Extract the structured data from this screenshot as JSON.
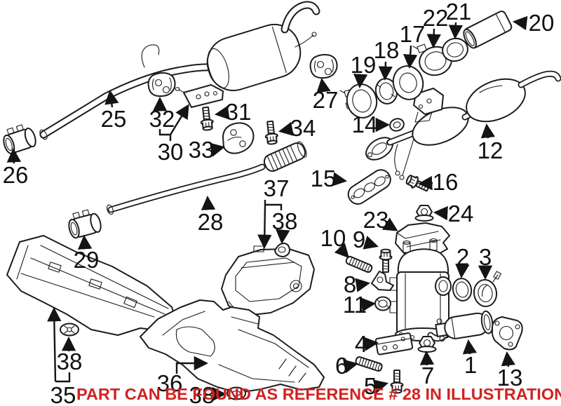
{
  "diagram": {
    "background": "#ffffff",
    "line_color": "#1c1c1c"
  },
  "notice": {
    "text": "PART CAN BE FOUND AS REFERENCE # 28 IN ILLUSTRATION",
    "color": "#d02222"
  },
  "callouts": {
    "ref1": "1",
    "ref2": "2",
    "ref3": "3",
    "ref4": "4",
    "ref5": "5",
    "ref6": "6",
    "ref7": "7",
    "ref8": "8",
    "ref9": "9",
    "ref10": "10",
    "ref11": "11",
    "ref12": "12",
    "ref13": "13",
    "ref14": "14",
    "ref15": "15",
    "ref16": "16",
    "ref17": "17",
    "ref18": "18",
    "ref19": "19",
    "ref20": "20",
    "ref21": "21",
    "ref22": "22",
    "ref23": "23",
    "ref24": "24",
    "ref25": "25",
    "ref26": "26",
    "ref27": "27",
    "ref28": "28",
    "ref29": "29",
    "ref30": "30",
    "ref31": "31",
    "ref32": "32",
    "ref33": "33",
    "ref34": "34",
    "ref35": "35",
    "ref36": "36",
    "ref37": "37",
    "ref38_shield_grommet": "38",
    "ref38_speed_nut": "38",
    "ref38_floor_grommet": "38"
  }
}
